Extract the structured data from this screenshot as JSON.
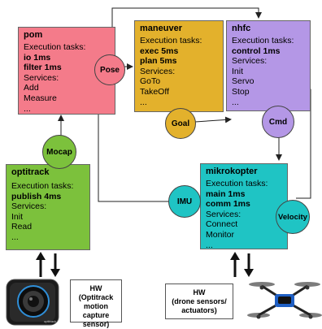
{
  "components": {
    "pom": {
      "title": "pom",
      "tasks_header": "Execution tasks:",
      "tasks": [
        "io 1ms",
        "filter 1ms"
      ],
      "services_header": "Services:",
      "services": [
        "Add",
        "Measure",
        "..."
      ],
      "color": "#f47b8a"
    },
    "maneuver": {
      "title": "maneuver",
      "tasks_header": "Execution tasks:",
      "tasks": [
        "exec 5ms",
        "plan 5ms"
      ],
      "services_header": "Services:",
      "services": [
        "GoTo",
        "TakeOff",
        "..."
      ],
      "color": "#e3b12c"
    },
    "nhfc": {
      "title": "nhfc",
      "tasks_header": "Execution tasks:",
      "tasks": [
        "control 1ms"
      ],
      "services_header": "Services:",
      "services": [
        "Init",
        "Servo",
        "Stop",
        "..."
      ],
      "color": "#b497e6"
    },
    "optitrack": {
      "title": "optitrack",
      "tasks_header": "Execution tasks:",
      "tasks": [
        "publish 4ms"
      ],
      "services_header": "Services:",
      "services": [
        "Init",
        "Read",
        "..."
      ],
      "color": "#7cc13c"
    },
    "mikrokopter": {
      "title": "mikrokopter",
      "tasks_header": "Execution tasks:",
      "tasks": [
        "main 1ms",
        "comm 1ms"
      ],
      "services_header": "Services:",
      "services": [
        "Connect",
        "Monitor",
        "..."
      ],
      "color": "#1fc4c4"
    }
  },
  "ports": {
    "pose": {
      "label": "Pose",
      "color": "#f47b8a"
    },
    "goal": {
      "label": "Goal",
      "color": "#e3b12c"
    },
    "cmd": {
      "label": "Cmd",
      "color": "#b497e6"
    },
    "mocap": {
      "label": "Mocap",
      "color": "#7cc13c"
    },
    "imu": {
      "label": "IMU",
      "color": "#1fc4c4"
    },
    "velocity": {
      "label": "Velocity",
      "color": "#1fc4c4"
    }
  },
  "hardware": {
    "optitrack": {
      "label": "HW\n(Optitrack\nmotion capture\nsensor)"
    },
    "drone": {
      "label": "HW\n(drone sensors/\nactuators)"
    }
  },
  "images": {
    "camera_brand": "optitrack"
  }
}
